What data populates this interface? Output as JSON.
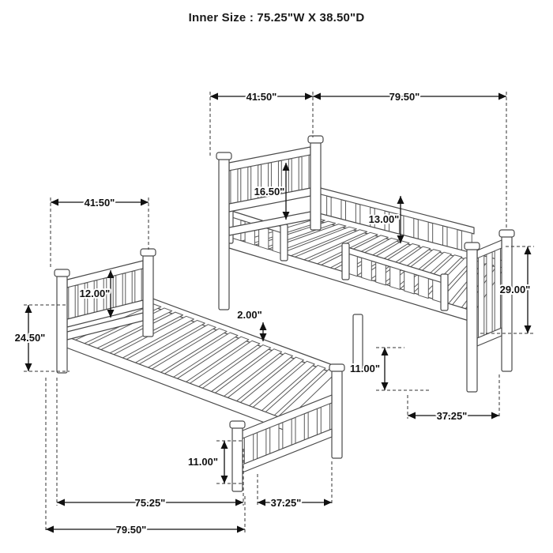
{
  "title": "Inner Size : 75.25\"W X  38.50\"D",
  "dims": {
    "upper_headboard_width": "41.50\"",
    "upper_length": "79.50\"",
    "upper_headboard_height": "16.50\"",
    "guard_height": "13.00\"",
    "lower_headboard_width": "41.50\"",
    "lower_headboard_height": "12.00\"",
    "lower_total_height": "24.50\"",
    "upper_total_height": "29.00\"",
    "rail_thickness": "2.00\"",
    "upper_leg_height": "11.00\"",
    "upper_footboard_width": "37.25\"",
    "lower_leg_height": "11.00\"",
    "inner_length": "75.25\"",
    "lower_footboard_width": "37.25\"",
    "total_length": "79.50\""
  }
}
